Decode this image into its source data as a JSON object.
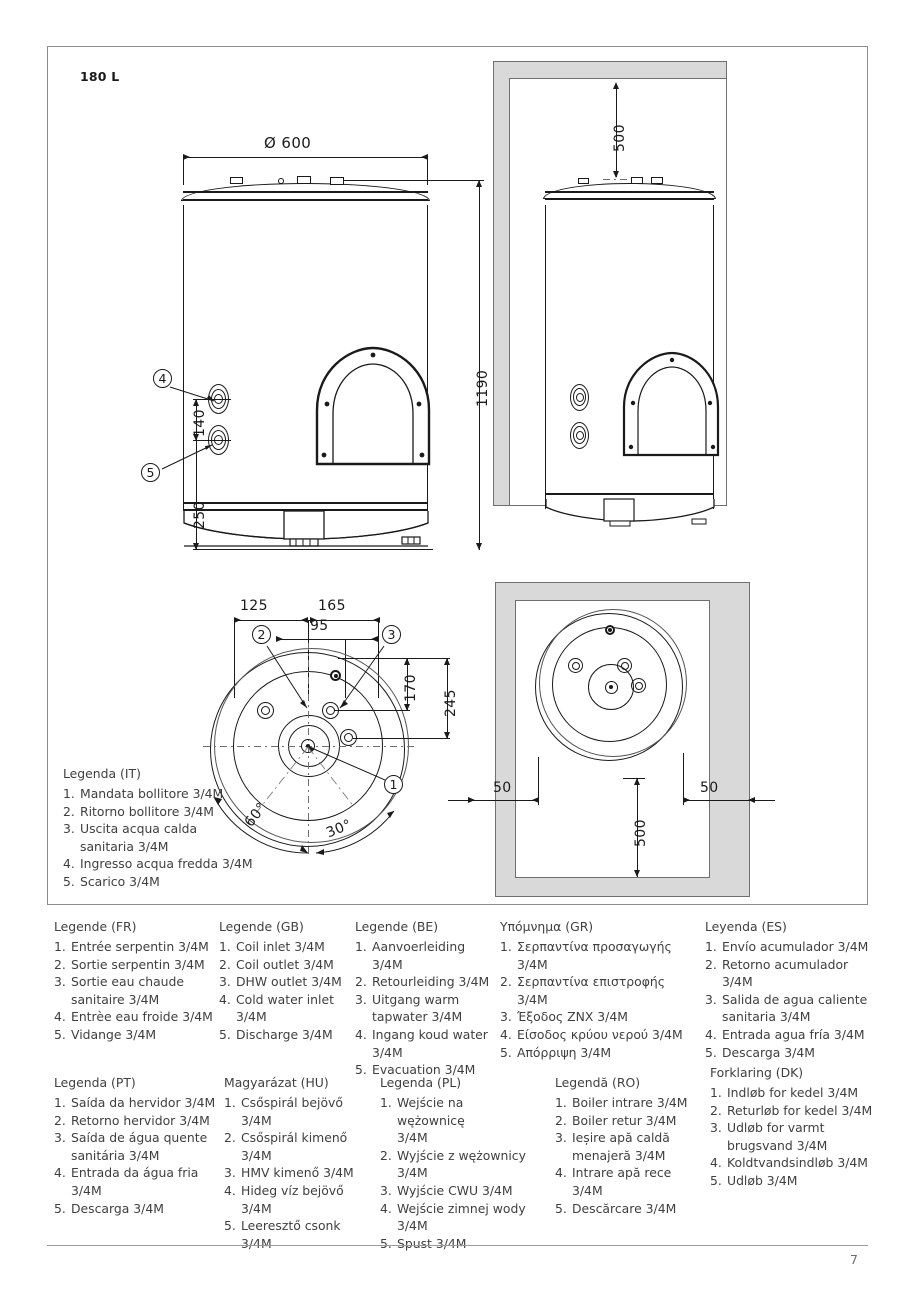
{
  "document": {
    "model_label": "180 L",
    "page_number": "7"
  },
  "dimensions": {
    "diameter": "Ø 600",
    "height": "1190",
    "port_spacing": "140",
    "bottom_port_height": "250",
    "top_clearance": "500",
    "plan_125": "125",
    "plan_165": "165",
    "plan_95": "95",
    "plan_170": "170",
    "plan_245": "245",
    "angle_60": "60°",
    "angle_30": "30°",
    "side_clearance_left": "50",
    "side_clearance_right": "50",
    "front_clearance": "500"
  },
  "balloons": {
    "b1": "1",
    "b2": "2",
    "b3": "3",
    "b4": "4",
    "b5": "5"
  },
  "legends": [
    {
      "id": "it",
      "title": "Legenda (IT)",
      "items": [
        "Mandata bollitore 3/4M",
        "Ritorno bollitore 3/4M",
        "Uscita acqua calda\nsanitaria 3/4M",
        "Ingresso acqua fredda 3/4M",
        "Scarico 3/4M"
      ]
    },
    {
      "id": "fr",
      "title": "Legende (FR)",
      "items": [
        "Entrée serpentin 3/4M",
        "Sortie serpentin 3/4M",
        "Sortie eau chaude\nsanitaire 3/4M",
        "Entrèe eau froide 3/4M",
        "Vidange 3/4M"
      ]
    },
    {
      "id": "gb",
      "title": "Legende (GB)",
      "items": [
        "Coil inlet 3/4M",
        "Coil outlet 3/4M",
        "DHW outlet 3/4M",
        "Cold water inlet\n3/4M",
        "Discharge 3/4M"
      ]
    },
    {
      "id": "be",
      "title": "Legende (BE)",
      "items": [
        "Aanvoerleiding 3/4M",
        "Retourleiding 3/4M",
        "Uitgang warm\ntapwater 3/4M",
        "Ingang koud water\n3/4M",
        "Evacuation 3/4M"
      ]
    },
    {
      "id": "gr",
      "title": "Υπόμνημα (GR)",
      "items": [
        "Σερπαντίνα προσαγωγής 3/4M",
        "Σερπαντίνα επιστροφής 3/4M",
        "Έξοδος ΖΝΧ 3/4M",
        "Είσοδος κρύου νερού 3/4M",
        "Απόρριψη 3/4M"
      ]
    },
    {
      "id": "es",
      "title": "Leyenda (ES)",
      "items": [
        "Envío acumulador 3/4M",
        "Retorno acumulador 3/4M",
        "Salida de agua caliente\nsanitaria 3/4M",
        "Entrada agua fría 3/4M",
        "Descarga 3/4M"
      ]
    },
    {
      "id": "pt",
      "title": "Legenda (PT)",
      "items": [
        "Saída da hervidor 3/4M",
        "Retorno hervidor 3/4M",
        "Saída de água quente\nsanitária 3/4M",
        "Entrada da água fria 3/4M",
        "Descarga 3/4M"
      ]
    },
    {
      "id": "hu",
      "title": "Magyarázat (HU)",
      "items": [
        "Csőspirál bejövő 3/4M",
        "Csőspirál kimenő 3/4M",
        "HMV kimenő 3/4M",
        "Hideg víz bejövő 3/4M",
        "Leeresztő csonk 3/4M"
      ]
    },
    {
      "id": "pl",
      "title": "Legenda (PL)",
      "items": [
        "Wejście na wężownicę\n3/4M",
        "Wyjście z wężownicy\n3/4M",
        "Wyjście CWU 3/4M",
        "Wejście zimnej wody\n3/4M",
        "Spust  3/4M"
      ]
    },
    {
      "id": "ro",
      "title": "Legendă (RO)",
      "items": [
        "Boiler intrare 3/4M",
        "Boiler retur 3/4M",
        "Ieșire apă caldă\nmenajeră 3/4M",
        "Intrare apă rece 3/4M",
        "Descărcare 3/4M"
      ]
    },
    {
      "id": "dk",
      "title": "Forklaring (DK)",
      "items": [
        "Indløb for kedel 3/4M",
        "Returløb for kedel 3/4M",
        "Udløb for varmt\nbrugsvand 3/4M",
        "Koldtvandsindløb 3/4M",
        "Udløb 3/4M"
      ]
    }
  ],
  "colors": {
    "ink": "#1a1a1a",
    "frame": "#8d8d8d",
    "wall": "#d9d9d9",
    "legend_text": "#3f3f3f"
  }
}
